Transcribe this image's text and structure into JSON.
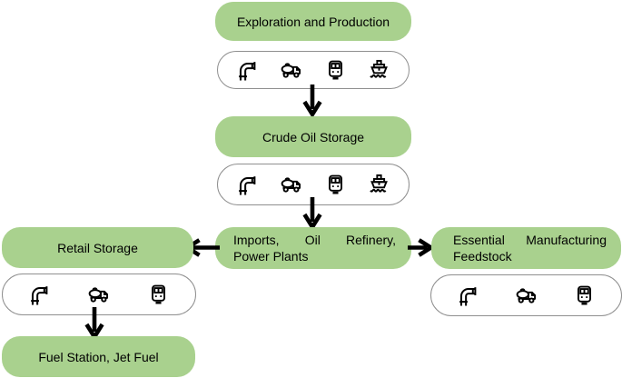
{
  "colors": {
    "node_fill": "#a9d18e",
    "pill_border": "#8f8f8f",
    "arrow": "#000000",
    "background": "#ffffff",
    "text": "#000000"
  },
  "nodes": {
    "exploration": {
      "label": "Exploration and Production"
    },
    "crude_oil_storage": {
      "label": "Crude Oil Storage"
    },
    "imports_refinery": {
      "lines": [
        "Imports, Oil Refinery,",
        "Power Plants"
      ]
    },
    "retail_storage": {
      "label": "Retail Storage"
    },
    "fuel_station": {
      "label": "Fuel Station, Jet Fuel"
    },
    "manufacturing_feedstock": {
      "lines": [
        "Essential Manufacturing",
        "Feedstock"
      ]
    }
  },
  "transport_rows": {
    "exploration_to_crude": [
      "pipeline",
      "tanker-truck",
      "train",
      "ship"
    ],
    "crude_to_refinery": [
      "pipeline",
      "tanker-truck",
      "train",
      "ship"
    ],
    "retail_to_fuel_station": [
      "pipeline",
      "tanker-truck",
      "train"
    ],
    "feedstock_distribution": [
      "pipeline",
      "tanker-truck",
      "train"
    ]
  },
  "arrows": [
    {
      "direction": "down",
      "from": "exploration-transport",
      "to": "crude-oil-storage"
    },
    {
      "direction": "down",
      "from": "crude-transport",
      "to": "imports-oil-refinery-power-plants"
    },
    {
      "direction": "left",
      "from": "imports-oil-refinery-power-plants",
      "to": "retail-storage"
    },
    {
      "direction": "right",
      "from": "imports-oil-refinery-power-plants",
      "to": "essential-manufacturing-feedstock"
    },
    {
      "direction": "down",
      "from": "retail-transport",
      "to": "fuel-station-jet-fuel"
    }
  ]
}
